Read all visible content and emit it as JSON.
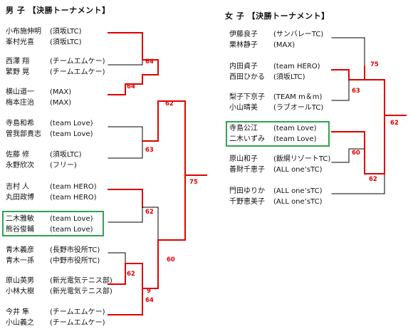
{
  "men": {
    "title": "男 子 【決勝トーナメント】",
    "pairs": [
      [
        {
          "name": "小布施伸明",
          "club": "(須坂LTC)"
        },
        {
          "name": "峯村光喜",
          "club": "(須坂LTC)"
        }
      ],
      [
        {
          "name": "西澤 翔",
          "club": "(チームエムケー)"
        },
        {
          "name": "繁野 晃",
          "club": "(チームエムケー)"
        }
      ],
      [
        {
          "name": "横山道一",
          "club": "(MAX)"
        },
        {
          "name": "梅本庄治",
          "club": "(MAX)"
        }
      ],
      [
        {
          "name": "寺島和希",
          "club": "(team Love)"
        },
        {
          "name": "曽我部貴志",
          "club": "(team Love)"
        }
      ],
      [
        {
          "name": "佐藤 修",
          "club": "(須坂LTC)"
        },
        {
          "name": "永野欣次",
          "club": "(フリー)"
        }
      ],
      [
        {
          "name": "吉村 人",
          "club": "(team HERO)"
        },
        {
          "name": "丸田政博",
          "club": "(team HERO)"
        }
      ],
      [
        {
          "name": "二木雅敏",
          "club": "(team Love)"
        },
        {
          "name": "熊谷俊輔",
          "club": "(team Love)"
        }
      ],
      [
        {
          "name": "青木義彦",
          "club": "(長野市役所TC)"
        },
        {
          "name": "青木一孫",
          "club": "(中野市役所TC)"
        }
      ],
      [
        {
          "name": "原山英男",
          "club": "(新光電気テニス部)"
        },
        {
          "name": "小林大樹",
          "club": "(新光電気テニス部)"
        }
      ],
      [
        {
          "name": "今井 隼",
          "club": "(チームエムケー)"
        },
        {
          "name": "小山義之",
          "club": "(チームエムケー)"
        }
      ]
    ],
    "scores": [
      "64",
      "64",
      "62",
      "63",
      "62",
      "62",
      "9",
      "64",
      "60",
      "75"
    ]
  },
  "women": {
    "title": "女 子 【決勝トーナメント】",
    "pairs": [
      [
        {
          "name": "伊藤良子",
          "club": "(サンバレーTC)"
        },
        {
          "name": "栗林静子",
          "club": "(MAX)"
        }
      ],
      [
        {
          "name": "内田貞子",
          "club": "(team HERO)"
        },
        {
          "name": "西田ひかる",
          "club": "(須坂LTC)"
        }
      ],
      [
        {
          "name": "梨子下京子",
          "club": "(TEAM m＆m)"
        },
        {
          "name": "小山晴美",
          "club": "(ラブオールTC)"
        }
      ],
      [
        {
          "name": "寺島公江",
          "club": "(team Love)"
        },
        {
          "name": "二木いずみ",
          "club": "(team Love)"
        }
      ],
      [
        {
          "name": "原山和子",
          "club": "(飯綱リゾートTC)"
        },
        {
          "name": "善財千恵子",
          "club": "(ALL one’sTC)"
        }
      ],
      [
        {
          "name": "門田ゆりか",
          "club": "(ALL one’sTC)"
        },
        {
          "name": "千野恵美子",
          "club": "(ALL one’sTC)"
        }
      ]
    ],
    "scores": [
      "63",
      "75",
      "60",
      "62",
      "62"
    ]
  },
  "colors": {
    "winner_line": "#e00000",
    "loser_line": "#000000",
    "highlight_box": "#2ea44f"
  }
}
